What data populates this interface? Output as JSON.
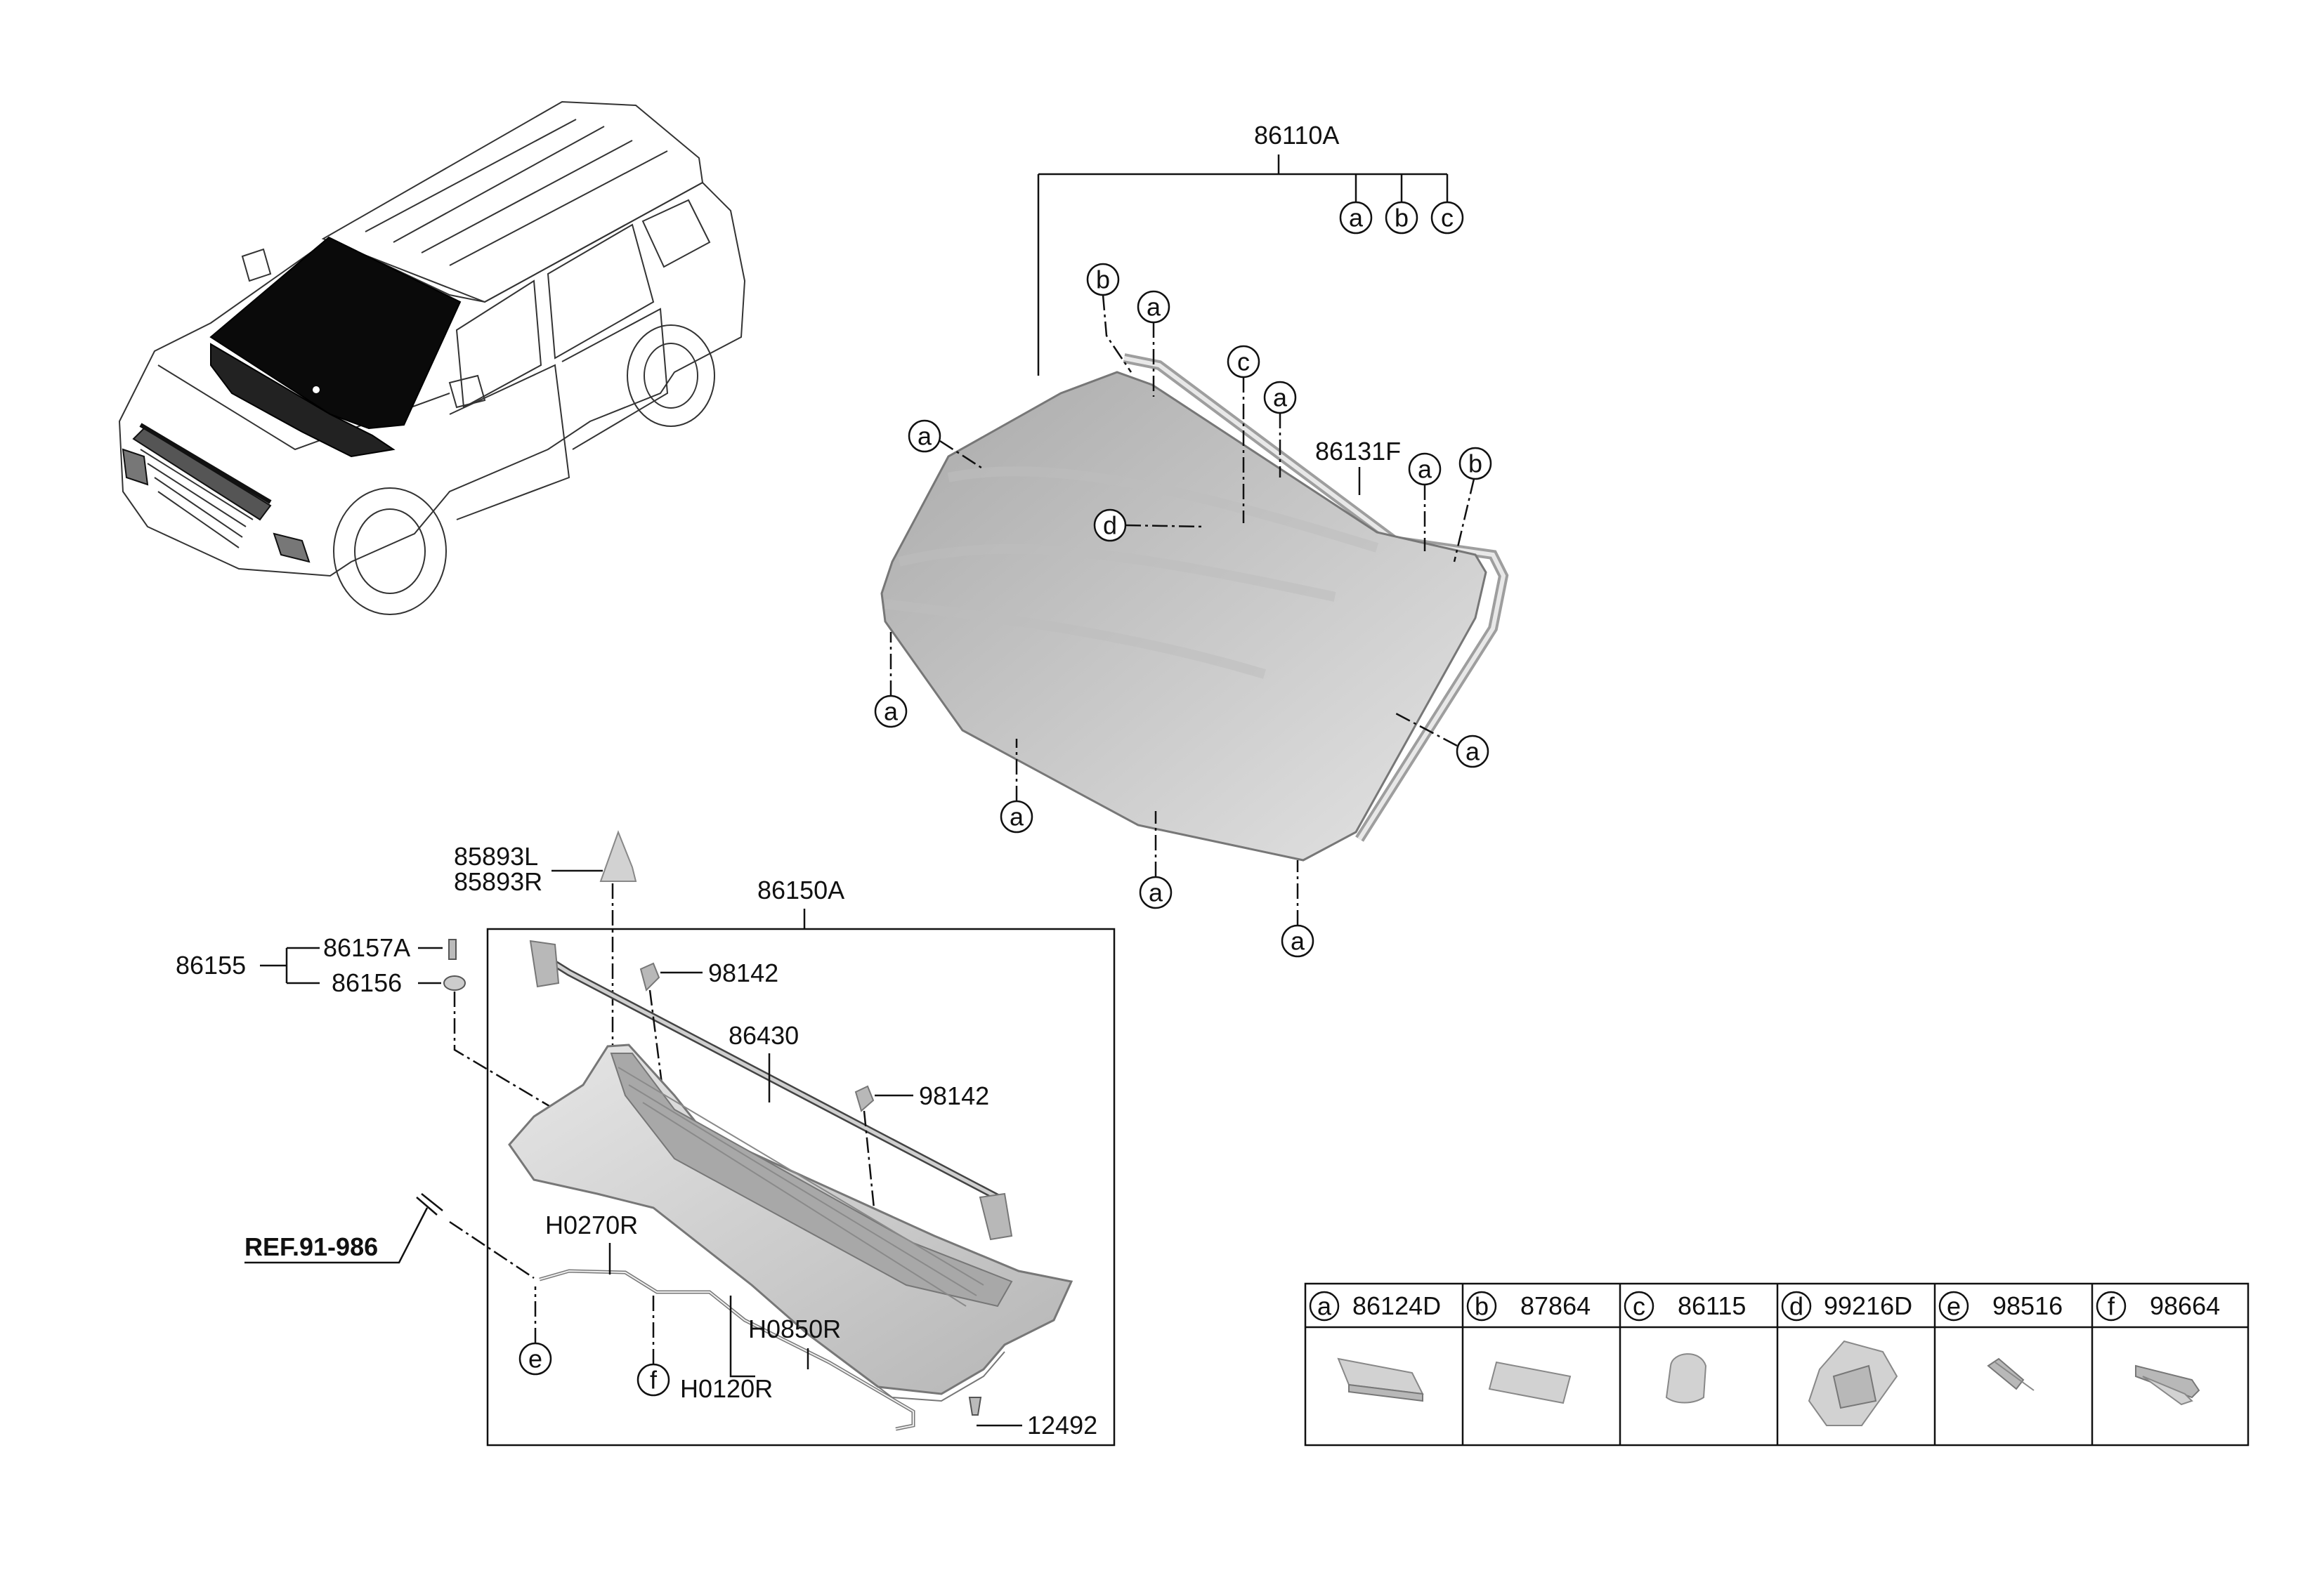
{
  "parts": {
    "windshield_assy": "86110A",
    "moulding": "86131F",
    "cowl_panel_assy": "86150A",
    "cowl_bracket": "86155",
    "bolt": "86157A",
    "nut": "86156",
    "cover_l": "85893L",
    "cover_r": "85893R",
    "clip_upper": "98142",
    "clip_lower": "98142",
    "weatherstrip": "86430",
    "hose_1": "H0270R",
    "hose_2": "H0850R",
    "hose_3": "H0120R",
    "screw": "12492",
    "reference": "REF.91-986"
  },
  "letters": {
    "a": "a",
    "b": "b",
    "c": "c",
    "d": "d",
    "e": "e",
    "f": "f"
  },
  "legend": [
    {
      "letter": "a",
      "part": "86124D"
    },
    {
      "letter": "b",
      "part": "87864"
    },
    {
      "letter": "c",
      "part": "86115"
    },
    {
      "letter": "d",
      "part": "99216D"
    },
    {
      "letter": "e",
      "part": "98516"
    },
    {
      "letter": "f",
      "part": "98664"
    }
  ]
}
